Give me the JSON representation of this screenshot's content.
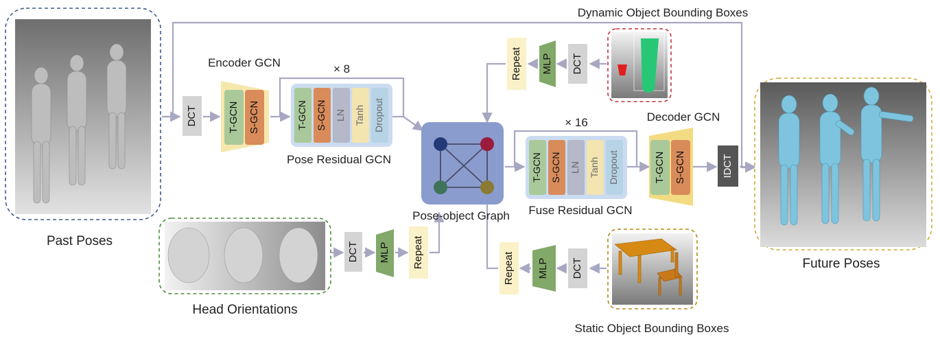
{
  "labels": {
    "past_poses": "Past Poses",
    "future_poses": "Future Poses",
    "head_orientations": "Head Orientations",
    "dynamic_boxes": "Dynamic Object Bounding Boxes",
    "static_boxes": "Static Object Bounding Boxes",
    "encoder_gcn": "Encoder GCN",
    "decoder_gcn": "Decoder GCN",
    "pose_residual_gcn": "Pose Residual GCN",
    "fuse_residual_gcn": "Fuse Residual GCN",
    "pose_object_graph": "Pose-object Graph",
    "times_8": "× 8",
    "times_16": "× 16"
  },
  "ops": {
    "dct": "DCT",
    "idct": "IDCT",
    "mlp": "MLP",
    "repeat": "Repeat",
    "tgcn": "T-GCN",
    "sgcn": "S-GCN",
    "ln": "LN",
    "tanh": "Tanh",
    "dropout": "Dropout"
  },
  "colors": {
    "arrow": "#a7a7c2",
    "gray_block": "#d4d4d4",
    "idct_block": "#555555",
    "tgcn": "#a9c99a",
    "sgcn": "#d98b5a",
    "ln": "#b4b8c8",
    "tanh": "#f3e4b0",
    "dropout": "#b6d4e6",
    "repeat": "#fbf1c8",
    "mlp": "#82a86a",
    "graph_bg": "#8a9ccd",
    "node_navy": "#223a78",
    "node_red": "#9a1b3c",
    "node_green": "#3f735a",
    "node_olive": "#8a7a33",
    "residual_box": "#cbdcf0",
    "encoder_trap": "#f6e7ad",
    "decoder_trap": "#f2db82",
    "past_border": "#3a5a8c",
    "head_border": "#4b8f3a",
    "future_border": "#d4a83a",
    "dyn_border": "#c4303a",
    "static_border": "#b38a1a"
  }
}
